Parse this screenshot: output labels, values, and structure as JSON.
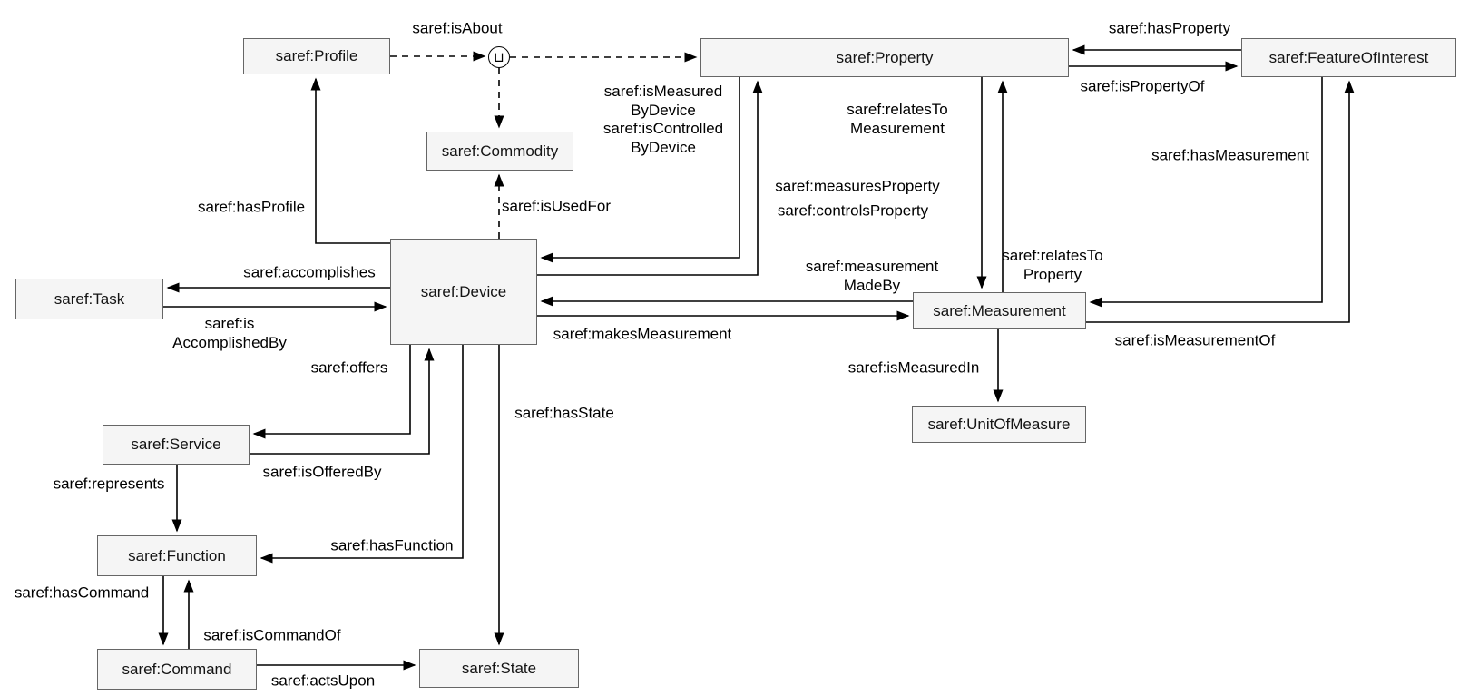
{
  "nodes": {
    "profile": {
      "label": "saref:Profile"
    },
    "property": {
      "label": "saref:Property"
    },
    "featureOfInterest": {
      "label": "saref:FeatureOfInterest"
    },
    "commodity": {
      "label": "saref:Commodity"
    },
    "device": {
      "label": "saref:Device"
    },
    "task": {
      "label": "saref:Task"
    },
    "measurement": {
      "label": "saref:Measurement"
    },
    "unitOfMeasure": {
      "label": "saref:UnitOfMeasure"
    },
    "service": {
      "label": "saref:Service"
    },
    "function": {
      "label": "saref:Function"
    },
    "command": {
      "label": "saref:Command"
    },
    "state": {
      "label": "saref:State"
    }
  },
  "operators": {
    "union": {
      "symbol": "⊔"
    }
  },
  "edges": {
    "isAbout": {
      "label": "saref:isAbout"
    },
    "hasProperty": {
      "label": "saref:hasProperty"
    },
    "isPropertyOf": {
      "label": "saref:isPropertyOf"
    },
    "isMeasuredByDevice": {
      "label": "saref:isMeasured\nByDevice"
    },
    "isControlledByDevice": {
      "label": "saref:isControlled\nByDevice"
    },
    "relatesToMeasurement": {
      "label": "saref:relatesTo\nMeasurement"
    },
    "hasMeasurement": {
      "label": "saref:hasMeasurement"
    },
    "measuresProperty": {
      "label": "saref:measuresProperty"
    },
    "controlsProperty": {
      "label": "saref:controlsProperty"
    },
    "isUsedFor": {
      "label": "saref:isUsedFor"
    },
    "hasProfile": {
      "label": "saref:hasProfile"
    },
    "accomplishes": {
      "label": "saref:accomplishes"
    },
    "isAccomplishedBy": {
      "label": "saref:is\nAccomplishedBy"
    },
    "measurementMadeBy": {
      "label": "saref:measurement\nMadeBy"
    },
    "relatesToProperty": {
      "label": "saref:relatesTo\nProperty"
    },
    "makesMeasurement": {
      "label": "saref:makesMeasurement"
    },
    "isMeasurementOf": {
      "label": "saref:isMeasurementOf"
    },
    "isMeasuredIn": {
      "label": "saref:isMeasuredIn"
    },
    "offers": {
      "label": "saref:offers"
    },
    "hasState": {
      "label": "saref:hasState"
    },
    "isOfferedBy": {
      "label": "saref:isOfferedBy"
    },
    "represents": {
      "label": "saref:represents"
    },
    "hasFunction": {
      "label": "saref:hasFunction"
    },
    "hasCommand": {
      "label": "saref:hasCommand"
    },
    "isCommandOf": {
      "label": "saref:isCommandOf"
    },
    "actsUpon": {
      "label": "saref:actsUpon"
    }
  },
  "colors": {
    "background": "#ffffff",
    "node_fill": "#f5f5f5",
    "node_border": "#666666",
    "edge_line": "#000000",
    "text": "#141414"
  }
}
